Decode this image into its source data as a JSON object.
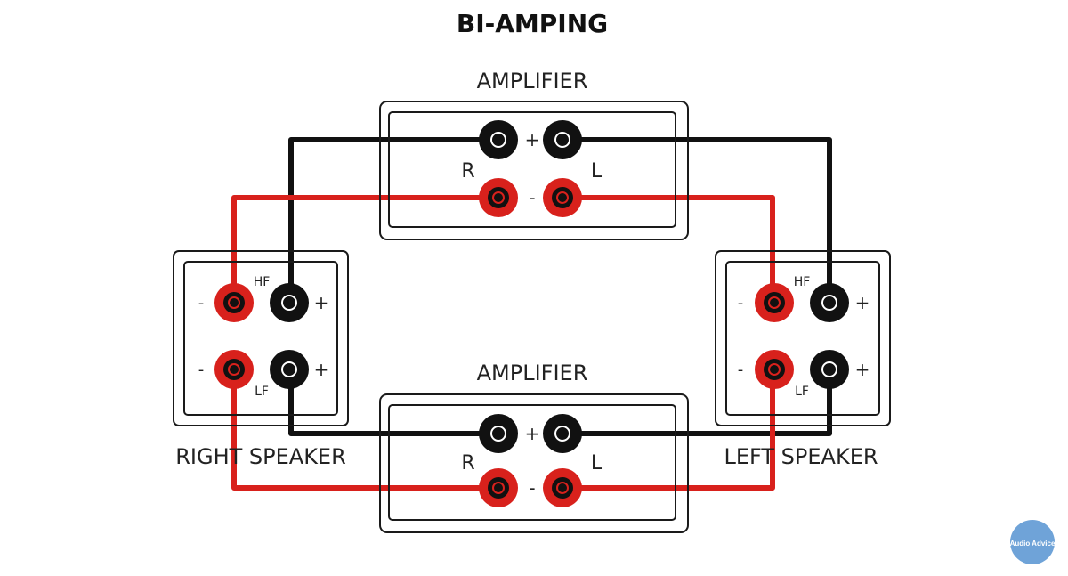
{
  "title": "BI-AMPING",
  "colors": {
    "positive_wire": "#111111",
    "negative_wire": "#d8211c",
    "box_stroke": "#1a1a1a",
    "badge_fill": "#6fa3d8"
  },
  "amplifiers": [
    {
      "label": "AMPLIFIER",
      "channel_right": "R",
      "channel_left": "L",
      "plus": "+",
      "minus": "-"
    },
    {
      "label": "AMPLIFIER",
      "channel_right": "R",
      "channel_left": "L",
      "plus": "+",
      "minus": "-"
    }
  ],
  "speakers": {
    "right": {
      "label": "RIGHT SPEAKER",
      "hf": "HF",
      "lf": "LF",
      "minus": "-",
      "plus": "+"
    },
    "left": {
      "label": "LEFT SPEAKER",
      "hf": "HF",
      "lf": "LF",
      "minus": "-",
      "plus": "+"
    }
  },
  "badge": {
    "text": "Audio Advice"
  }
}
